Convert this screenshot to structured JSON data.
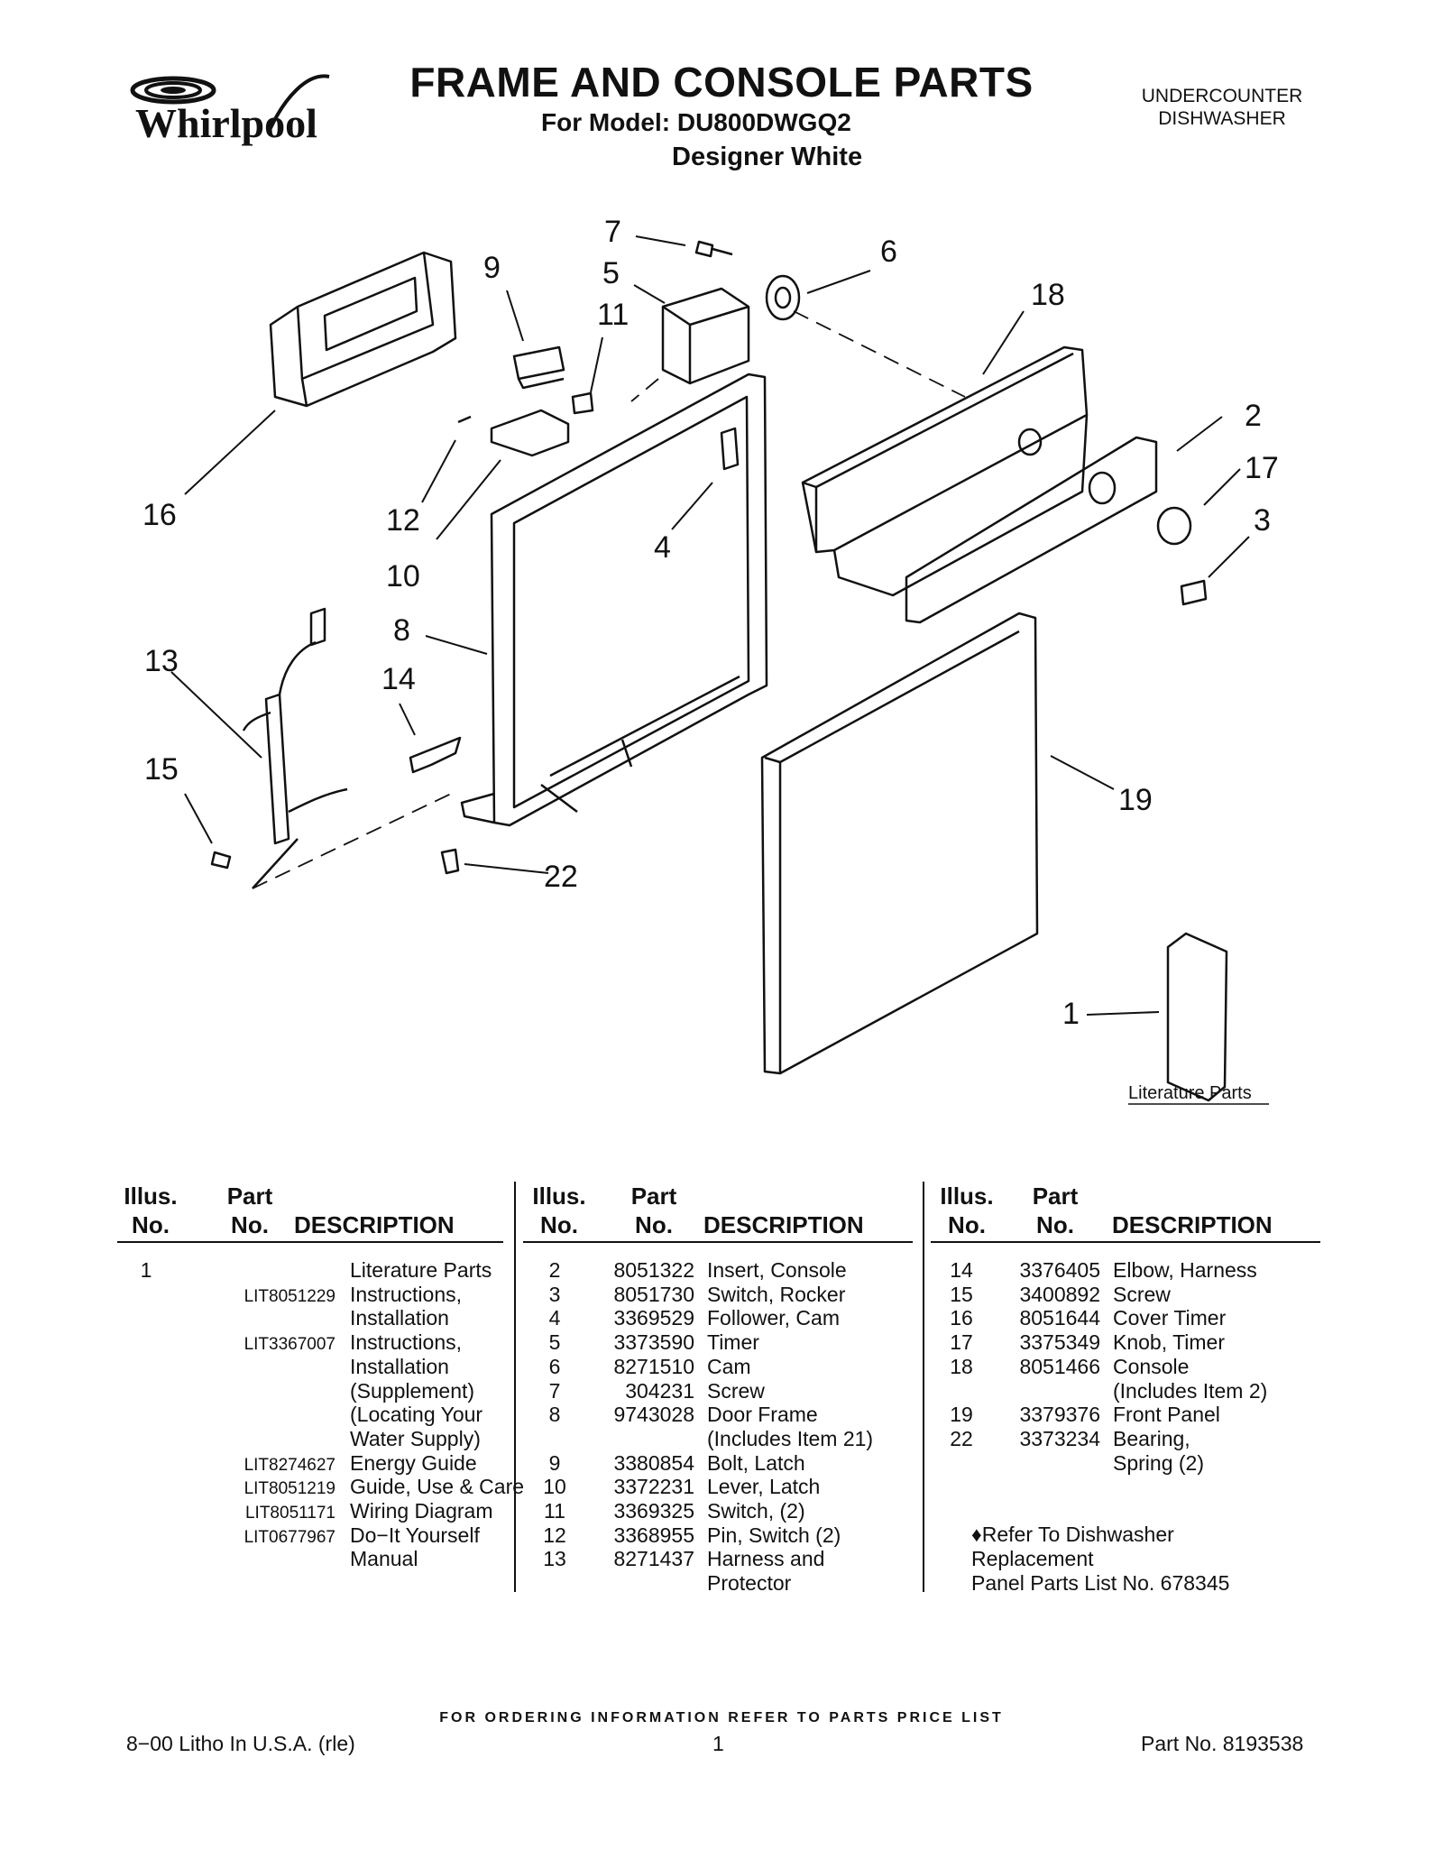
{
  "header": {
    "brand": "Whirlpool",
    "title": "FRAME AND CONSOLE PARTS",
    "model": "For Model: DU800DWGQ2",
    "variant": "Designer White",
    "category_line1": "UNDERCOUNTER",
    "category_line2": "DISHWASHER"
  },
  "diagram": {
    "callouts": [
      "7",
      "6",
      "9",
      "5",
      "18",
      "11",
      "16",
      "12",
      "2",
      "17",
      "3",
      "10",
      "4",
      "8",
      "13",
      "14",
      "15",
      "19",
      "22",
      "1"
    ],
    "literature_label": "Literature Parts"
  },
  "table": {
    "headers": {
      "illus_1": "Illus.",
      "illus_2": "No.",
      "part_1": "Part",
      "part_2": "No.",
      "description": "DESCRIPTION"
    },
    "col1": [
      {
        "illus": "1",
        "part": "",
        "desc": "Literature Parts"
      },
      {
        "illus": "",
        "part": "LIT8051229",
        "desc": "Instructions,"
      },
      {
        "illus": "",
        "part": "",
        "desc": "Installation"
      },
      {
        "illus": "",
        "part": "LIT3367007",
        "desc": "Instructions,"
      },
      {
        "illus": "",
        "part": "",
        "desc": "Installation"
      },
      {
        "illus": "",
        "part": "",
        "desc": "(Supplement)"
      },
      {
        "illus": "",
        "part": "",
        "desc": "(Locating Your"
      },
      {
        "illus": "",
        "part": "",
        "desc": "Water Supply)"
      },
      {
        "illus": "",
        "part": "LIT8274627",
        "desc": "Energy Guide"
      },
      {
        "illus": "",
        "part": "LIT8051219",
        "desc": "Guide, Use & Care"
      },
      {
        "illus": "",
        "part": "LIT8051171",
        "desc": "Wiring Diagram"
      },
      {
        "illus": "",
        "part": "LIT0677967",
        "desc": "Do−It Yourself"
      },
      {
        "illus": "",
        "part": "",
        "desc": "Manual"
      }
    ],
    "col2": [
      {
        "illus": "2",
        "part": "8051322",
        "desc": "Insert, Console"
      },
      {
        "illus": "3",
        "part": "8051730",
        "desc": "Switch, Rocker"
      },
      {
        "illus": "4",
        "part": "3369529",
        "desc": "Follower, Cam"
      },
      {
        "illus": "5",
        "part": "3373590",
        "desc": "Timer"
      },
      {
        "illus": "6",
        "part": "8271510",
        "desc": "Cam"
      },
      {
        "illus": "7",
        "part": "304231",
        "desc": "Screw"
      },
      {
        "illus": "8",
        "part": "9743028",
        "desc": "Door Frame"
      },
      {
        "illus": "",
        "part": "",
        "desc": "(Includes Item 21)"
      },
      {
        "illus": "9",
        "part": "3380854",
        "desc": "Bolt, Latch"
      },
      {
        "illus": "10",
        "part": "3372231",
        "desc": "Lever, Latch"
      },
      {
        "illus": "11",
        "part": "3369325",
        "desc": "Switch, (2)"
      },
      {
        "illus": "12",
        "part": "3368955",
        "desc": "Pin, Switch (2)"
      },
      {
        "illus": "13",
        "part": "8271437",
        "desc": "Harness and"
      },
      {
        "illus": "",
        "part": "",
        "desc": "Protector"
      }
    ],
    "col3": [
      {
        "illus": "14",
        "part": "3376405",
        "desc": "Elbow, Harness"
      },
      {
        "illus": "15",
        "part": "3400892",
        "desc": "Screw"
      },
      {
        "illus": "16",
        "part": "8051644",
        "desc": "Cover Timer"
      },
      {
        "illus": "17",
        "part": "3375349",
        "desc": "Knob, Timer"
      },
      {
        "illus": "18",
        "part": "8051466",
        "desc": "Console"
      },
      {
        "illus": "",
        "part": "",
        "desc": "(Includes Item 2)"
      },
      {
        "illus": "19",
        "part": "3379376",
        "desc": "Front Panel"
      },
      {
        "illus": "22",
        "part": "3373234",
        "desc": "Bearing,"
      },
      {
        "illus": "",
        "part": "",
        "desc": "Spring (2)"
      }
    ],
    "note_line1": "♦Refer To Dishwasher",
    "note_line2": "Replacement",
    "note_line3": "Panel Parts List No. 678345"
  },
  "footer": {
    "ordering": "FOR ORDERING INFORMATION REFER TO PARTS PRICE LIST",
    "litho": "8−00 Litho In U.S.A. (rle)",
    "page": "1",
    "part_no": "Part No. 8193538"
  }
}
